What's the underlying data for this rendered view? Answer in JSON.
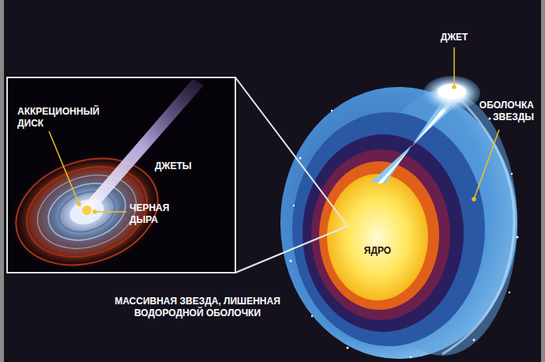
{
  "diagram": {
    "labels": [
      "АККРЕЦИОННЫЙ ДИСК",
      "ДЖЕТЫ",
      "ЧЕРНАЯ ДЫРА",
      "ДЖЕТ",
      "ОБОЛОЧКА ЗВЕЗДЫ",
      "ЯДРО",
      "МАССИВНАЯ ЗВЕЗДА, ЛИШЕННАЯ ВОДОРОДНОЙ ОБОЛОЧКИ"
    ]
  }
}
